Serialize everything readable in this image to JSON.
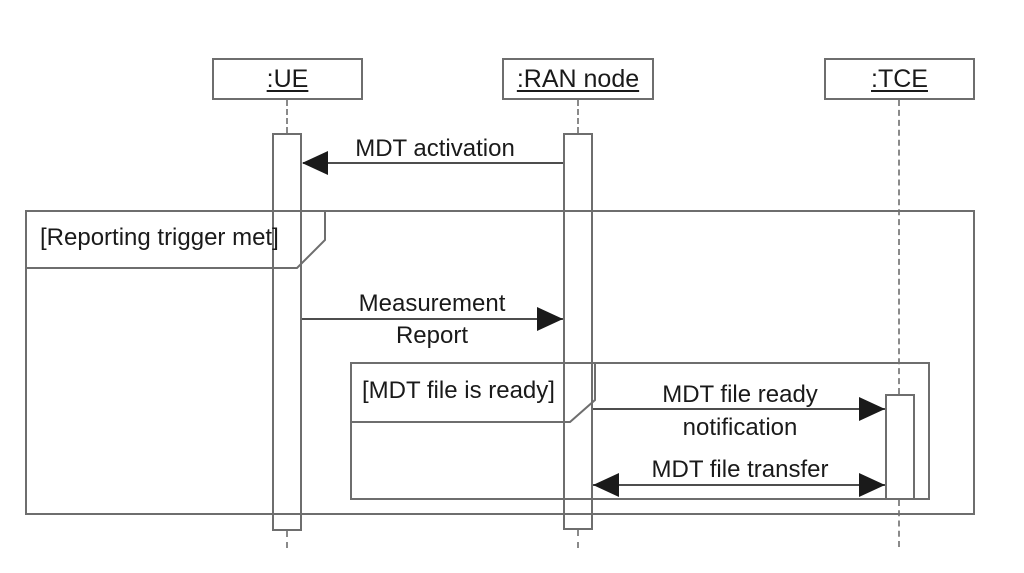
{
  "diagram": {
    "type": "uml-sequence-diagram",
    "participants": [
      {
        "name": ":UE"
      },
      {
        "name": ":RAN node"
      },
      {
        "name": ":TCE"
      }
    ],
    "fragments": [
      {
        "guard": "[Reporting trigger met]"
      },
      {
        "guard": "[MDT file is ready]"
      }
    ],
    "messages": [
      {
        "lines": [
          "MDT activation"
        ],
        "from": ":RAN node",
        "to": ":UE",
        "direction": "left"
      },
      {
        "lines": [
          "Measurement",
          "Report"
        ],
        "from": ":UE",
        "to": ":RAN node",
        "direction": "right"
      },
      {
        "lines": [
          "MDT file ready",
          "notification"
        ],
        "from": ":RAN node",
        "to": ":TCE",
        "direction": "right"
      },
      {
        "lines": [
          "MDT file transfer"
        ],
        "from": ":RAN node",
        "to": ":TCE",
        "direction": "both"
      }
    ],
    "colors": {
      "background": "#ffffff",
      "border": "#6e6e6e",
      "message_line": "#4d4d4d",
      "lifeline_dash": "#8a8a8a",
      "text": "#1a1a1a",
      "arrowhead": "#1a1a1a"
    }
  }
}
